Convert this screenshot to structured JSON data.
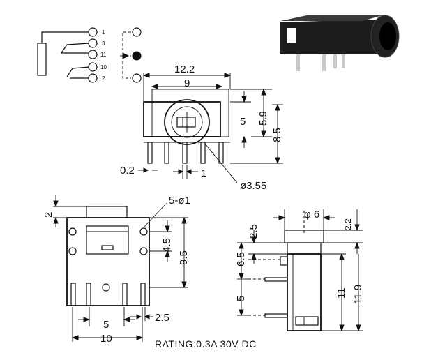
{
  "pins": {
    "p1": "1",
    "p3": "3",
    "p11": "11",
    "p10": "10",
    "p2": "2"
  },
  "dims": {
    "d_12_2": "12.2",
    "d_9": "9",
    "d_5_side": "5",
    "d_5_9": "5.9",
    "d_8_5": "8.5",
    "d_0_2": "0.2",
    "d_1": "1",
    "d_dia_3_55": "ø3.55",
    "d_2_top": "2",
    "d_5_dia_1": "5-ø1",
    "d_4_5": "4.5",
    "d_9_5": "9.5",
    "d_5_bottom": "5",
    "d_10": "10",
    "d_2_5_bottom": "2.5",
    "d_phi_6": "φ 6",
    "d_2_2": "2.2",
    "d_2_5_right": "2.5",
    "d_6_5": "6.5",
    "d_5_right": "5",
    "d_11": "11",
    "d_11_9": "11.9"
  },
  "rating": "RATING:0.3A 30V DC",
  "colors": {
    "line": "#111111",
    "body": "#1c1c1c",
    "pin": "#c9c9c9"
  }
}
